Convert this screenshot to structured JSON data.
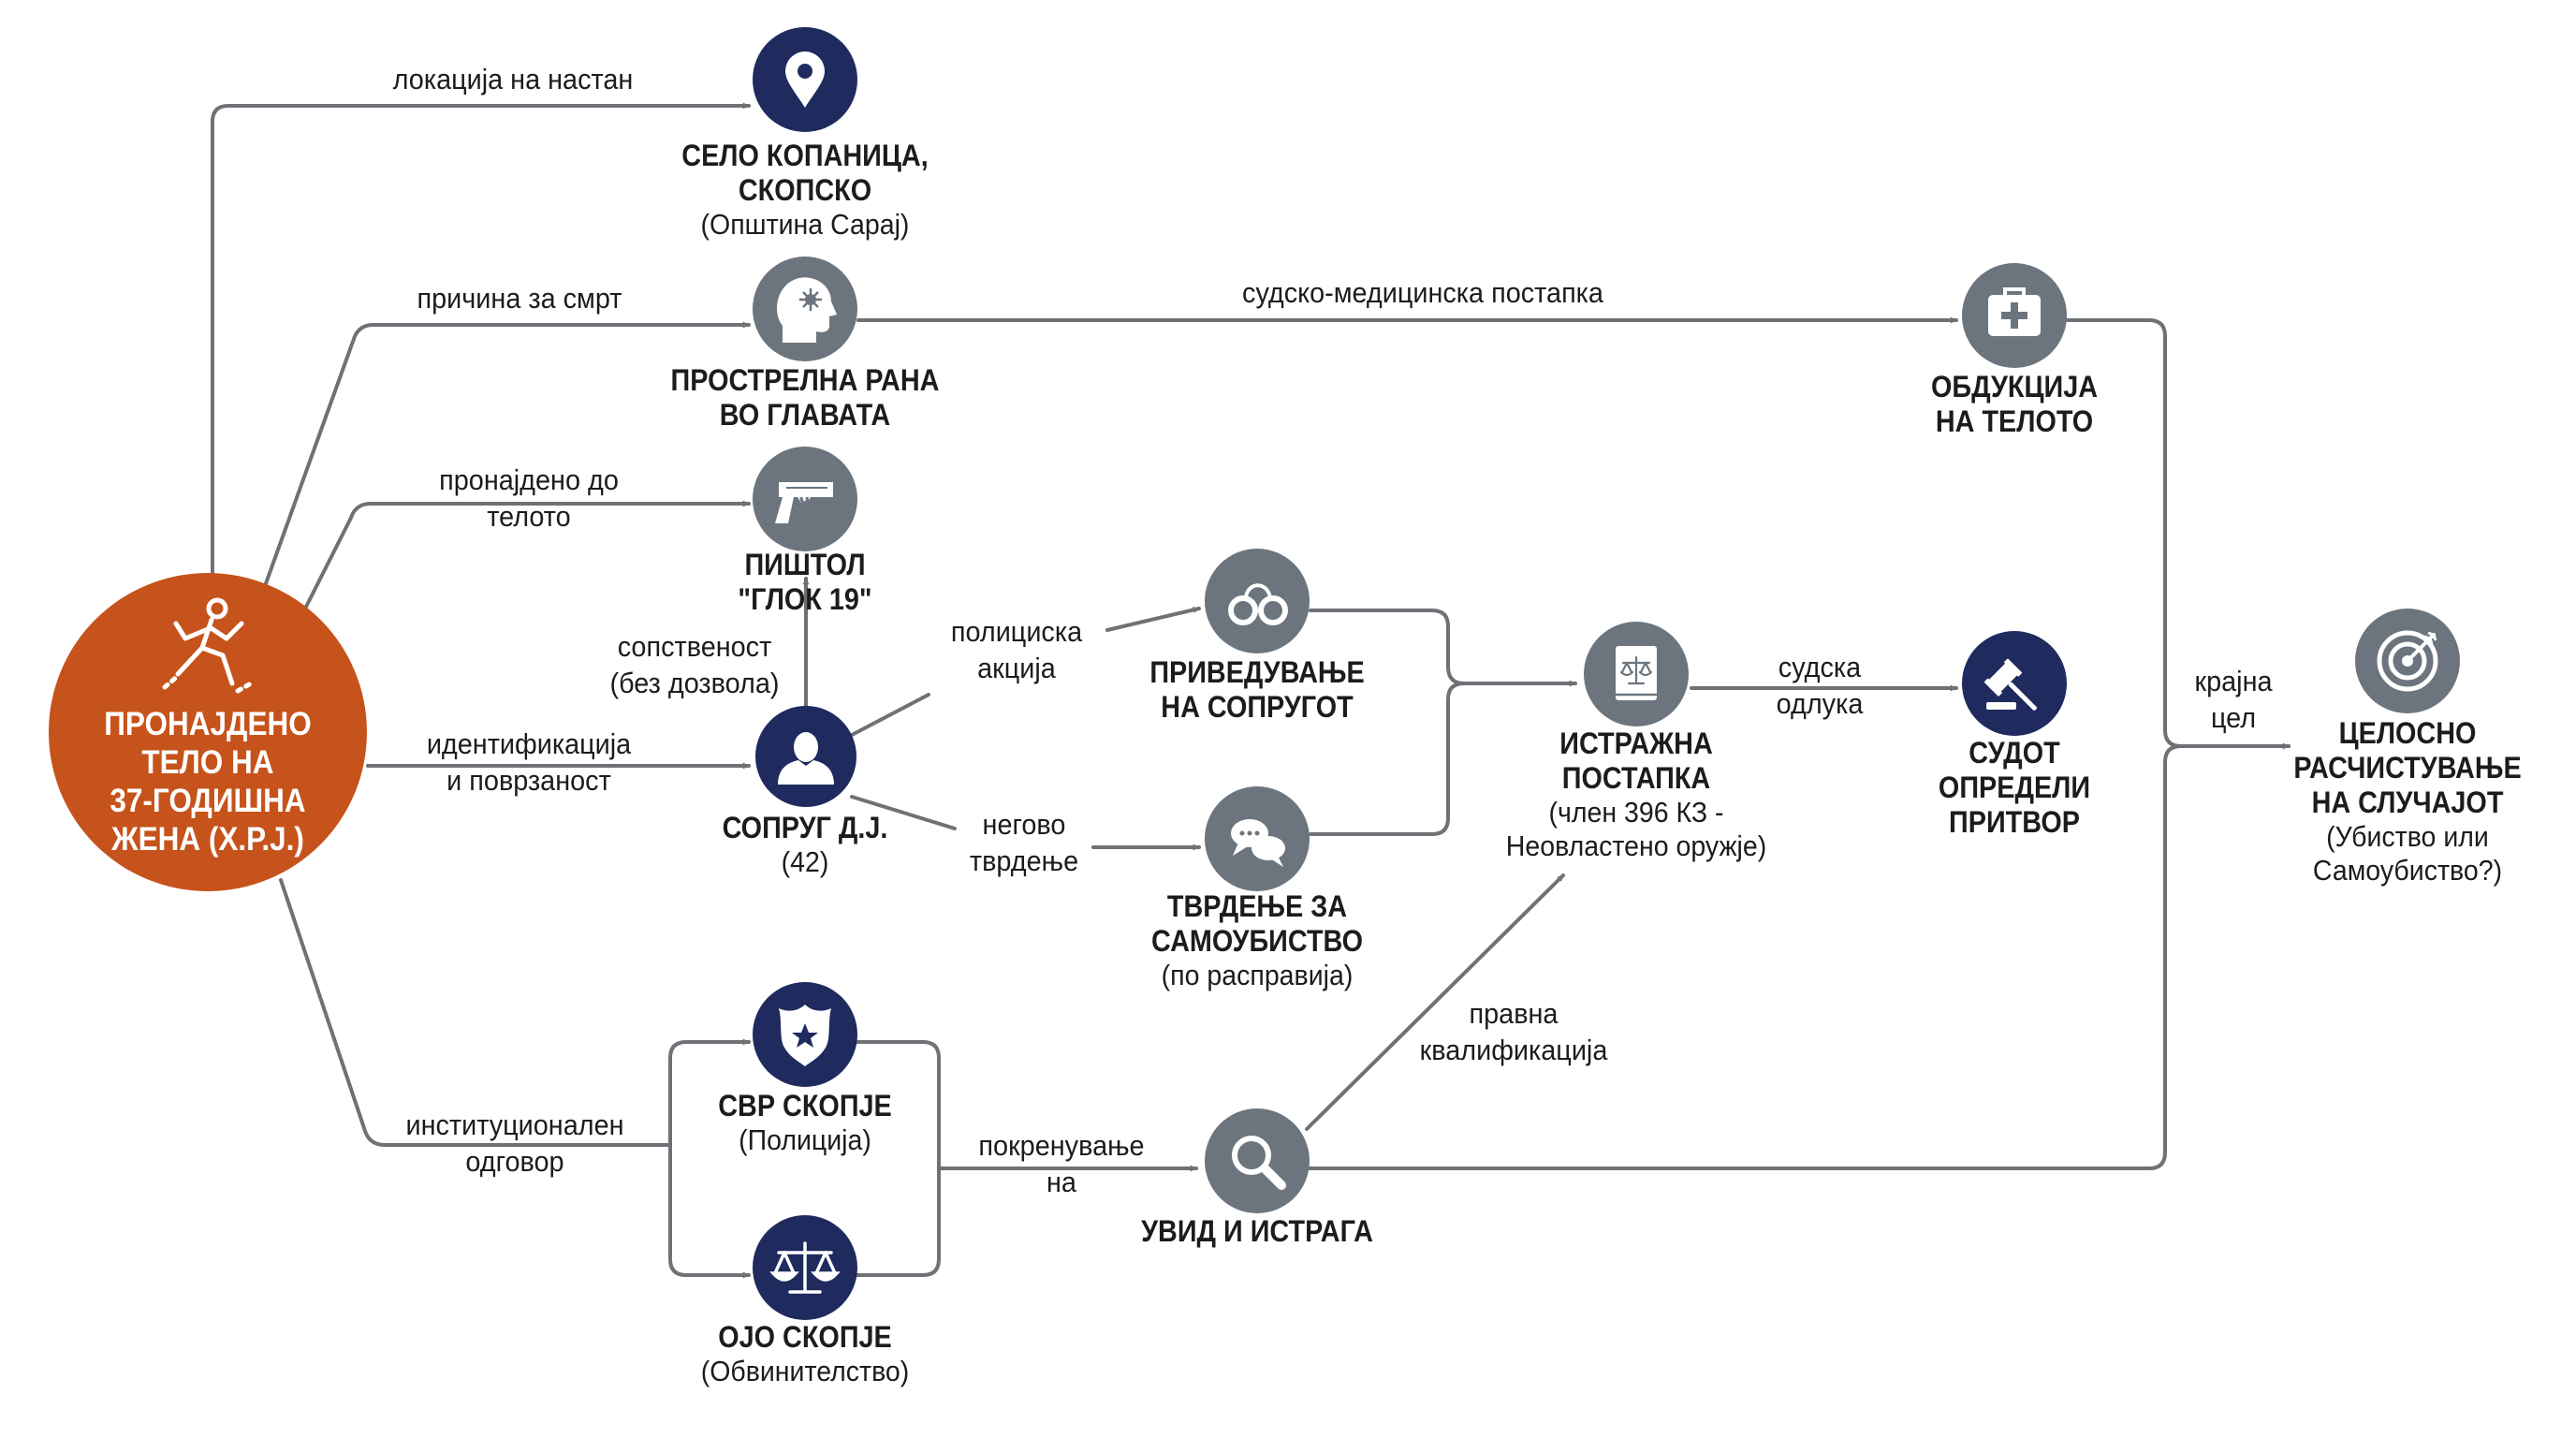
{
  "colors": {
    "root_fill": "#c6531b",
    "navy": "#1f2a5e",
    "gray": "#6c757d",
    "edge": "#6e7175",
    "text": "#1c1c1c"
  },
  "root": {
    "lines": [
      "ПРОНАЈДЕНО",
      "ТЕЛО НА",
      "37-ГОДИШНА",
      "ЖЕНА (Х.Р.Ј.)"
    ],
    "icon": "crime-scene-body-outline-icon"
  },
  "nodes": {
    "location": {
      "title": [
        "СЕЛО КОПАНИЦА,",
        "СКОПСКО"
      ],
      "sub": [
        "(Општина Сарај)"
      ],
      "icon": "map-pin-icon"
    },
    "wound": {
      "title": [
        "ПРОСТРЕЛНА РАНА",
        "ВО ГЛАВАТА"
      ],
      "sub": [],
      "icon": "head-wound-icon"
    },
    "pistol": {
      "title": [
        "ПИШТОЛ",
        "\"ГЛОК 19\""
      ],
      "sub": [],
      "icon": "pistol-icon"
    },
    "spouse": {
      "title": [
        "СОПРУГ Д.Ј."
      ],
      "sub": [
        "(42)"
      ],
      "icon": "person-icon"
    },
    "arrest": {
      "title": [
        "ПРИВЕДУВАЊЕ",
        "НА СОПРУГОТ"
      ],
      "sub": [],
      "icon": "handcuffs-icon"
    },
    "claim": {
      "title": [
        "ТВРДЕЊЕ ЗА",
        "САМОУБИСТВО"
      ],
      "sub": [
        "(по расправија)"
      ],
      "icon": "speech-bubbles-icon"
    },
    "police": {
      "title": [
        "СВР СКОПЈЕ"
      ],
      "sub": [
        "(Полиција)"
      ],
      "icon": "police-badge-icon"
    },
    "prosecution": {
      "title": [
        "ОЈО СКОПЈЕ"
      ],
      "sub": [
        "(Обвинителство)"
      ],
      "icon": "scales-icon"
    },
    "inquiry": {
      "title": [
        "УВИД И ИСТРАГА"
      ],
      "sub": [],
      "icon": "magnifier-icon"
    },
    "investigation": {
      "title": [
        "ИСТРАЖНА",
        "ПОСТАПКА"
      ],
      "sub": [
        "(член 396 КЗ -",
        "Неовластено оружје)"
      ],
      "icon": "law-book-icon"
    },
    "detention": {
      "title": [
        "СУДОТ",
        "ОПРЕДЕЛИ",
        "ПРИТВОР"
      ],
      "sub": [],
      "icon": "gavel-icon"
    },
    "autopsy": {
      "title": [
        "ОБДУКЦИЈА",
        "НА ТЕЛОТО"
      ],
      "sub": [],
      "icon": "medical-kit-icon"
    },
    "goal": {
      "title": [
        "ЦЕЛОСНО",
        "РАСЧИСТУВАЊЕ",
        "НА СЛУЧАЈОТ"
      ],
      "sub": [
        "(Убиство или",
        "Самоубиство?)"
      ],
      "icon": "target-icon"
    }
  },
  "edges": {
    "location": [
      "локација на настан"
    ],
    "cause": [
      "причина за смрт"
    ],
    "found_near": [
      "пронајдено до",
      "телото"
    ],
    "identification": [
      "идентификација",
      "и поврзаност"
    ],
    "ownership": [
      "сопственост",
      "(без дозвола)"
    ],
    "police_action": [
      "полициска",
      "акција"
    ],
    "his_claim": [
      "негово",
      "тврдење"
    ],
    "institutional": [
      "институционален",
      "одговор"
    ],
    "initiation": [
      "покренување",
      "на"
    ],
    "forensic": [
      "судско-медицинска постапка"
    ],
    "court_decision": [
      "судска",
      "одлука"
    ],
    "legal": [
      "правна",
      "квалификација"
    ],
    "final_goal": [
      "крајна",
      "цел"
    ]
  }
}
